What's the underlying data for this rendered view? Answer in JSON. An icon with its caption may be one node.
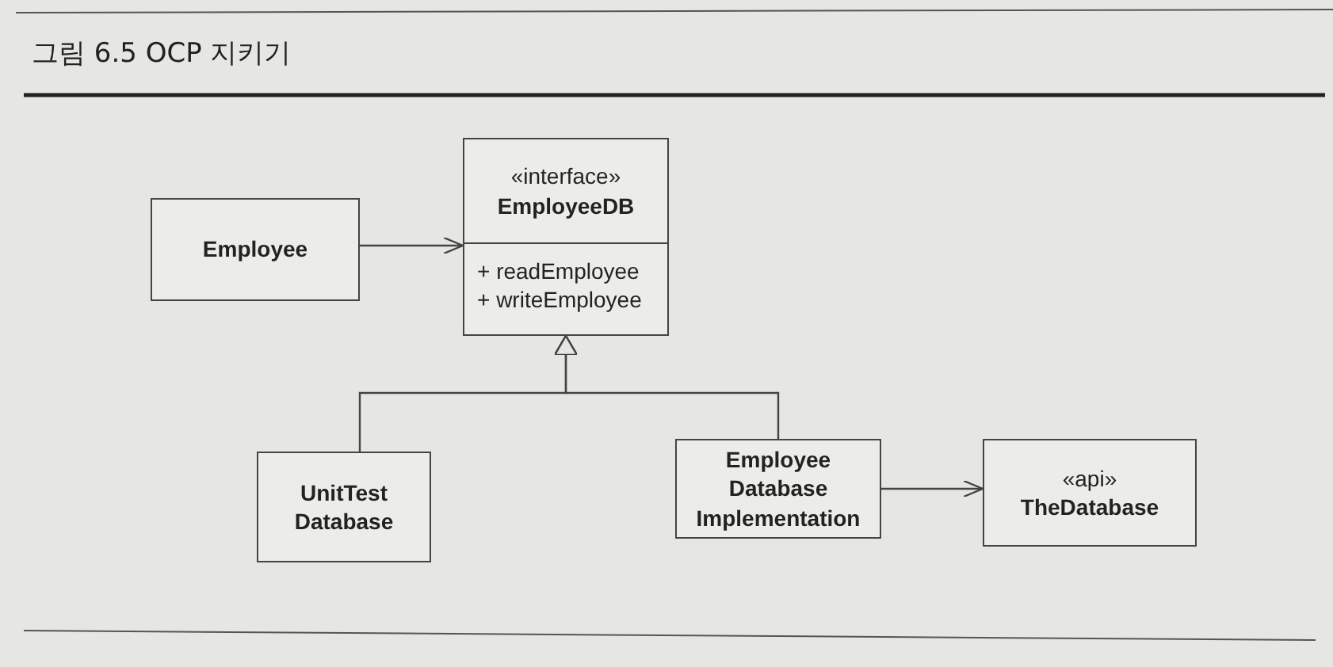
{
  "diagram": {
    "title": "그림 6.5 OCP 지키기",
    "nodes": [
      {
        "text": [
          "Employee"
        ]
      },
      {
        "text": [
          "«interface»",
          "EmployeeDB",
          "+ readEmployee",
          "+ writeEmployee"
        ]
      },
      {
        "text": [
          "UnitTest Database"
        ]
      },
      {
        "text": [
          "Employee Database Implementation"
        ]
      },
      {
        "text": [
          "«api»",
          "TheDatabase"
        ]
      }
    ],
    "edges": [
      {
        "from": 0,
        "to": 1,
        "arrow": "to"
      },
      {
        "from": 2,
        "to": 1,
        "arrow": "to"
      },
      {
        "from": 3,
        "to": 1,
        "arrow": "to"
      },
      {
        "from": 3,
        "to": 4,
        "arrow": "to"
      }
    ]
  }
}
